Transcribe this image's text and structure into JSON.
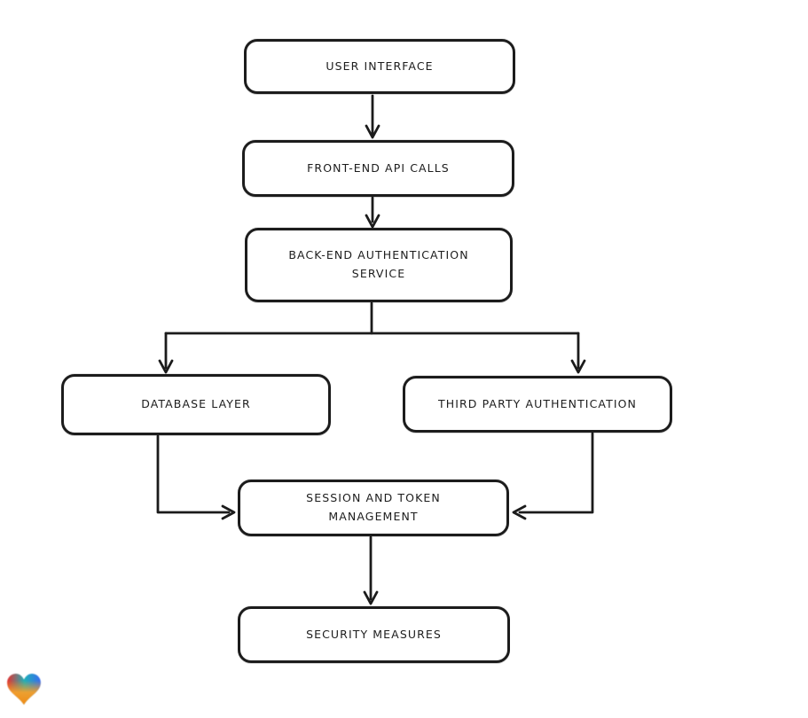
{
  "page": {
    "background_color": "#ffffff"
  },
  "diagram": {
    "type": "flowchart",
    "direction": "top-down",
    "style": {
      "stroke_color": "#1b1b1b",
      "node_fill": "#ffffff",
      "text_color": "#1d1d1d",
      "look": "hand-drawn"
    },
    "nodes": [
      {
        "id": "user-interface",
        "label": "USER INTERFACE"
      },
      {
        "id": "front-end-api-calls",
        "label": "FRONT-END API CALLS"
      },
      {
        "id": "back-end-authentication-service",
        "label": "BACK-END AUTHENTICATION SERVICE"
      },
      {
        "id": "database-layer",
        "label": "DATABASE LAYER"
      },
      {
        "id": "third-party-authentication",
        "label": "THIRD PARTY AUTHENTICATION"
      },
      {
        "id": "session-and-token-management",
        "label": "SESSION AND TOKEN MANAGEMENT"
      },
      {
        "id": "security-measures",
        "label": "SECURITY MEASURES"
      }
    ],
    "edges": [
      {
        "from": "user-interface",
        "to": "front-end-api-calls"
      },
      {
        "from": "front-end-api-calls",
        "to": "back-end-authentication-service"
      },
      {
        "from": "back-end-authentication-service",
        "to": "database-layer"
      },
      {
        "from": "back-end-authentication-service",
        "to": "third-party-authentication"
      },
      {
        "from": "database-layer",
        "to": "session-and-token-management"
      },
      {
        "from": "third-party-authentication",
        "to": "session-and-token-management"
      },
      {
        "from": "session-and-token-management",
        "to": "security-measures"
      }
    ]
  },
  "branding": {
    "logo": "gradient-heart",
    "logo_colors": {
      "red": "#e8302e",
      "teal": "#1fb0b8",
      "blue": "#386bf0",
      "orange": "#f29a1e"
    }
  }
}
